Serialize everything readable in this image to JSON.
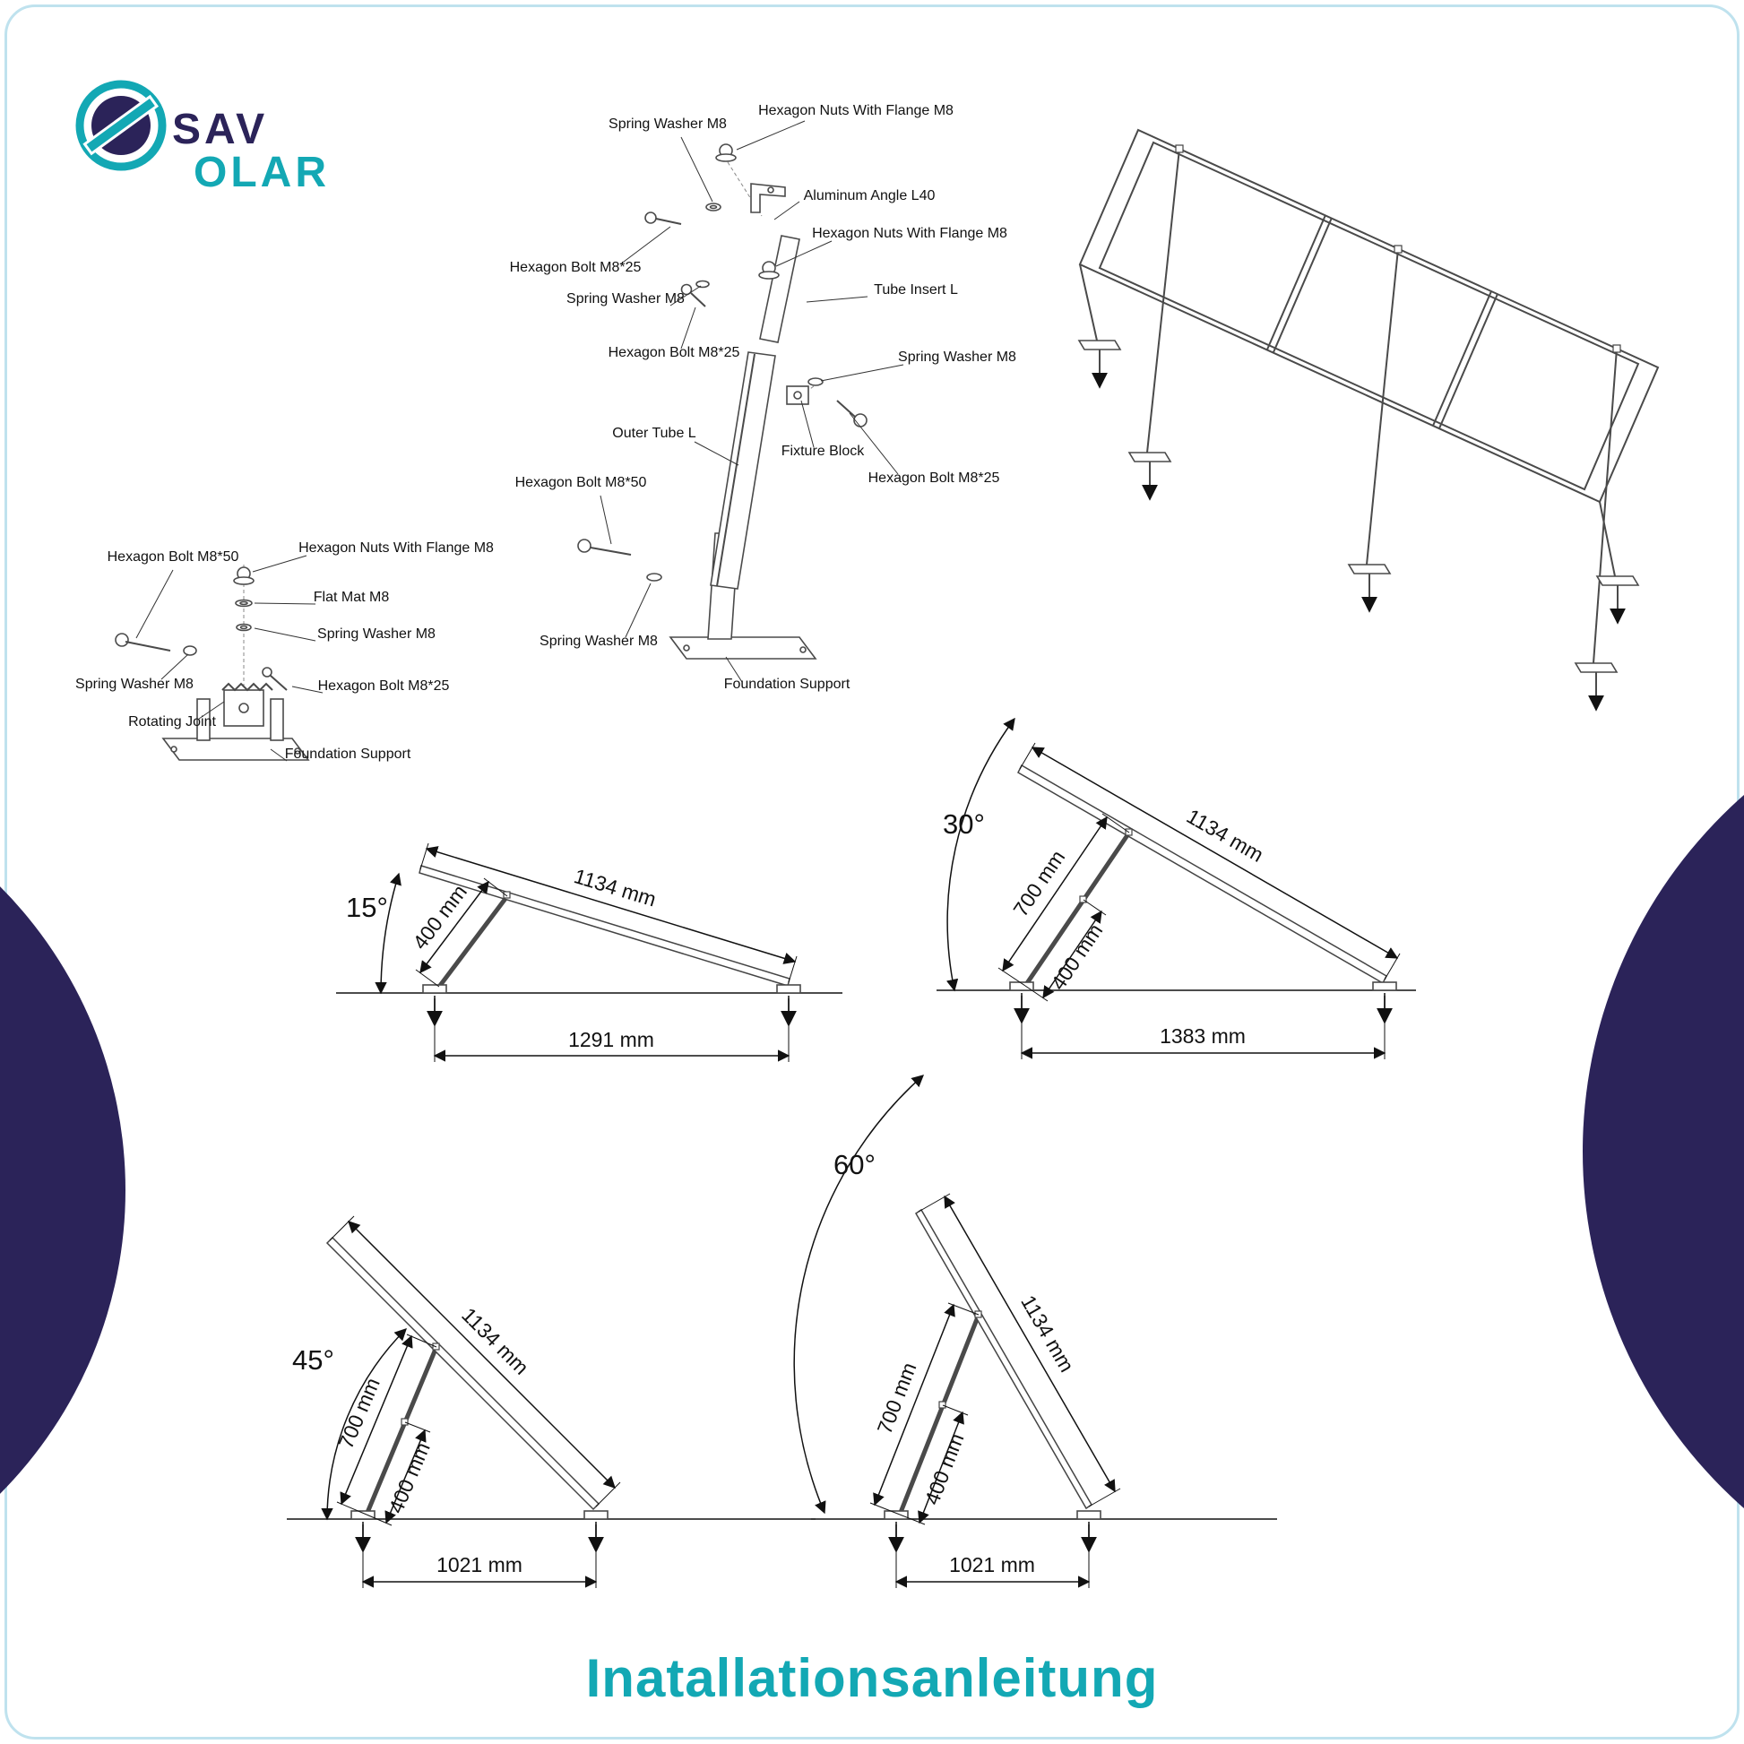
{
  "colors": {
    "accent": "#13a8b4",
    "navy": "#2b2359"
  },
  "brand": {
    "word_top": "SAV",
    "word_bottom": "OLAR"
  },
  "page": {
    "title": "Inatallationsanleitung"
  },
  "exploded_main": {
    "labels": [
      "Hexagon Nuts With Flange M8",
      "Spring Washer M8",
      "Aluminum Angle L40",
      "Hexagon Nuts With Flange M8",
      "Tube Insert L",
      "Hexagon Bolt M8*25",
      "Spring Washer M8",
      "Hexagon Bolt M8*25",
      "Spring Washer M8",
      "Outer Tube L",
      "Fixture Block",
      "Hexagon Bolt M8*25",
      "Hexagon Bolt M8*50",
      "Spring Washer M8",
      "Foundation Support"
    ]
  },
  "exploded_small": {
    "labels": [
      "Hexagon Bolt M8*50",
      "Hexagon Nuts With Flange M8",
      "Flat Mat M8",
      "Spring Washer M8",
      "Spring Washer M8",
      "Hexagon Bolt M8*25",
      "Rotating Joint",
      "Foundation Support"
    ]
  },
  "figures": {
    "f15": {
      "angle": "15°",
      "panel_length": "1134 mm",
      "strut": "400 mm",
      "base": "1291 mm"
    },
    "f30": {
      "angle": "30°",
      "panel_length": "1134 mm",
      "strut_upper": "700 mm",
      "strut_lower": "400 mm",
      "base": "1383 mm"
    },
    "f45": {
      "angle": "45°",
      "panel_length": "1134 mm",
      "strut_upper": "700 mm",
      "strut_lower": "400 mm",
      "base": "1021 mm"
    },
    "f60": {
      "angle": "60°",
      "panel_length": "1134 mm",
      "strut_upper": "700 mm",
      "strut_lower": "400 mm",
      "base": "1021 mm"
    }
  }
}
